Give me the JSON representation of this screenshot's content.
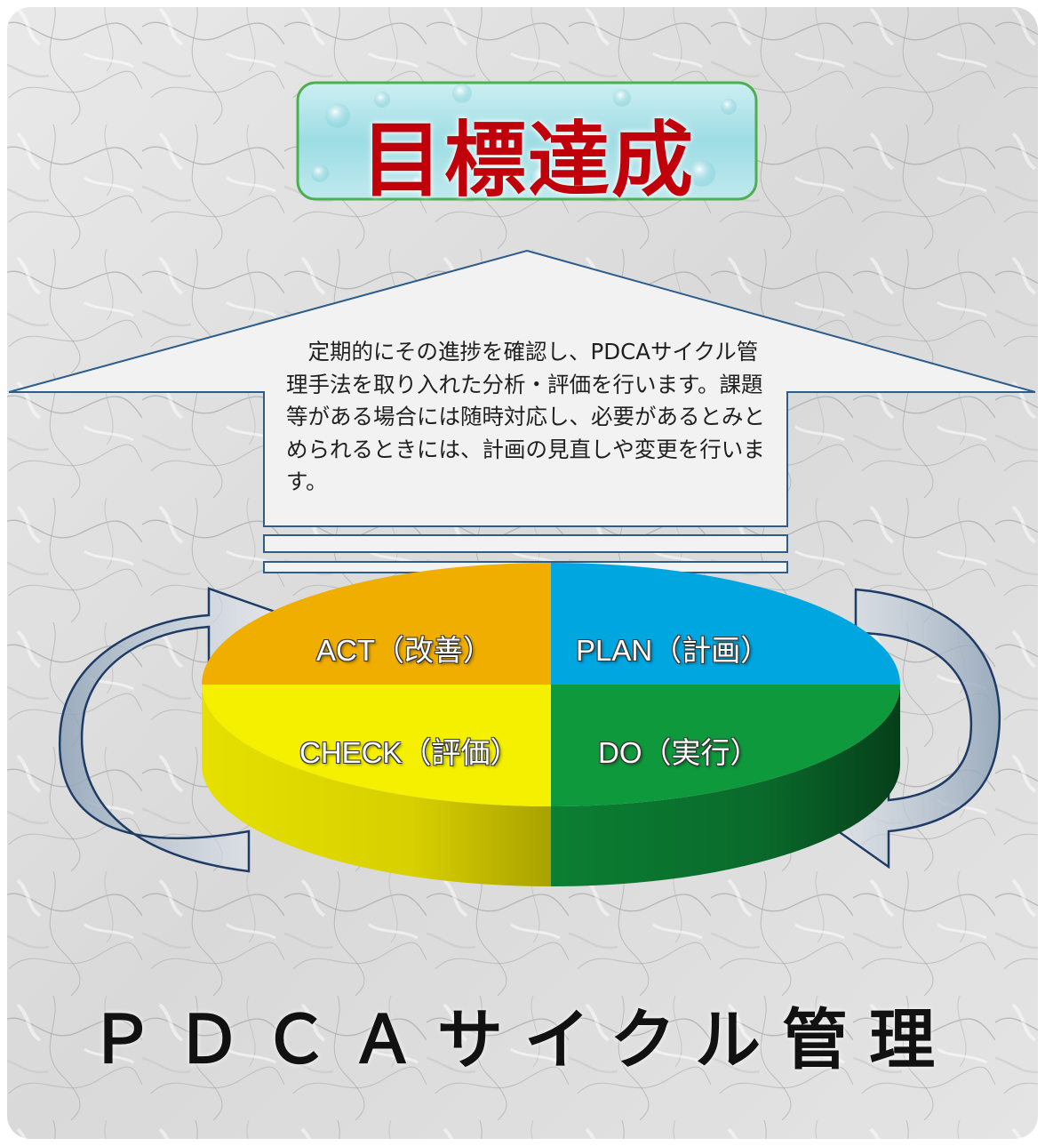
{
  "goal": {
    "text": "目標達成"
  },
  "description": {
    "text": "定期的にその進捗を確認し、PDCAサイクル管理手法を取り入れた分析・評価を行います。課題等がある場合には随時対応し、必要があるとみとめられるときには、計画の見直しや変更を行います。"
  },
  "segments": {
    "act": {
      "label": "ACT（改善）",
      "color": "#f0ae00"
    },
    "plan": {
      "label": "PLAN（計画）",
      "color": "#00a6e0"
    },
    "check": {
      "label": "CHECK（評価）",
      "color": "#f5f000"
    },
    "do": {
      "label": "DO（実行）",
      "color": "#0e9a3c"
    }
  },
  "title": {
    "text": "ＰＤＣＡサイクル管理"
  },
  "colors": {
    "goal_text": "#c0000a",
    "arrow_outline": "#2e5d8c",
    "arrow_fill": "#f2f2f2",
    "cycle_arrow": "#1f3c66",
    "goal_box_border": "#4caf50"
  },
  "icons": {
    "left_cycle": "curved-arrow-up-right-icon",
    "right_cycle": "curved-arrow-down-left-icon"
  }
}
